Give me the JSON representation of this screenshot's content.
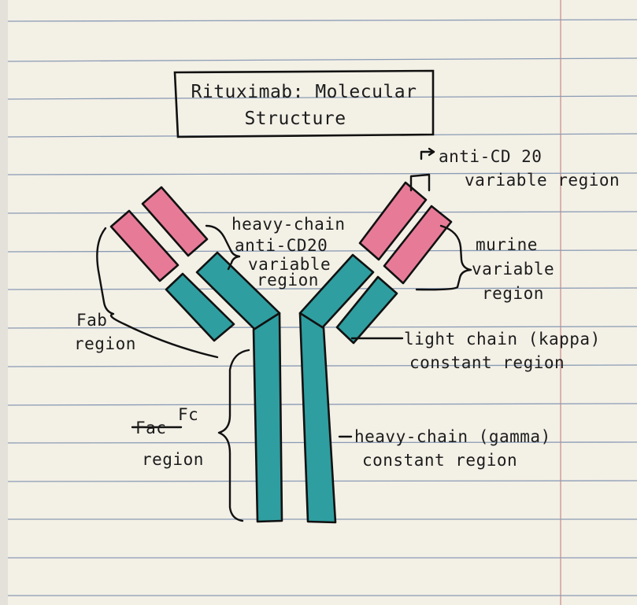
{
  "title": [
    "Rituximab: Molecular",
    "Structure"
  ],
  "labels": {
    "heavy_chain_variable": [
      "heavy-chain",
      "anti-CD20",
      "variable",
      "region"
    ],
    "anti_cd20_variable": [
      "anti-CD 20",
      "variable region"
    ],
    "murine_variable": [
      "murine",
      "variable",
      "region"
    ],
    "fab_region": [
      "Fab",
      "region"
    ],
    "light_chain_constant": [
      "light chain (kappa)",
      "constant region"
    ],
    "fc_struck": "Fac",
    "fc_corrected": "Fc",
    "fc_region": "region",
    "heavy_chain_constant": [
      "heavy-chain (gamma)",
      "constant region"
    ]
  },
  "colors": {
    "paper": "#f3f0e6",
    "rule_line": "#8a9bb4",
    "margin_line": "#d9b2ac",
    "variable_region": "#e77b97",
    "constant_region": "#2f9ea0",
    "ink": "#111111"
  }
}
